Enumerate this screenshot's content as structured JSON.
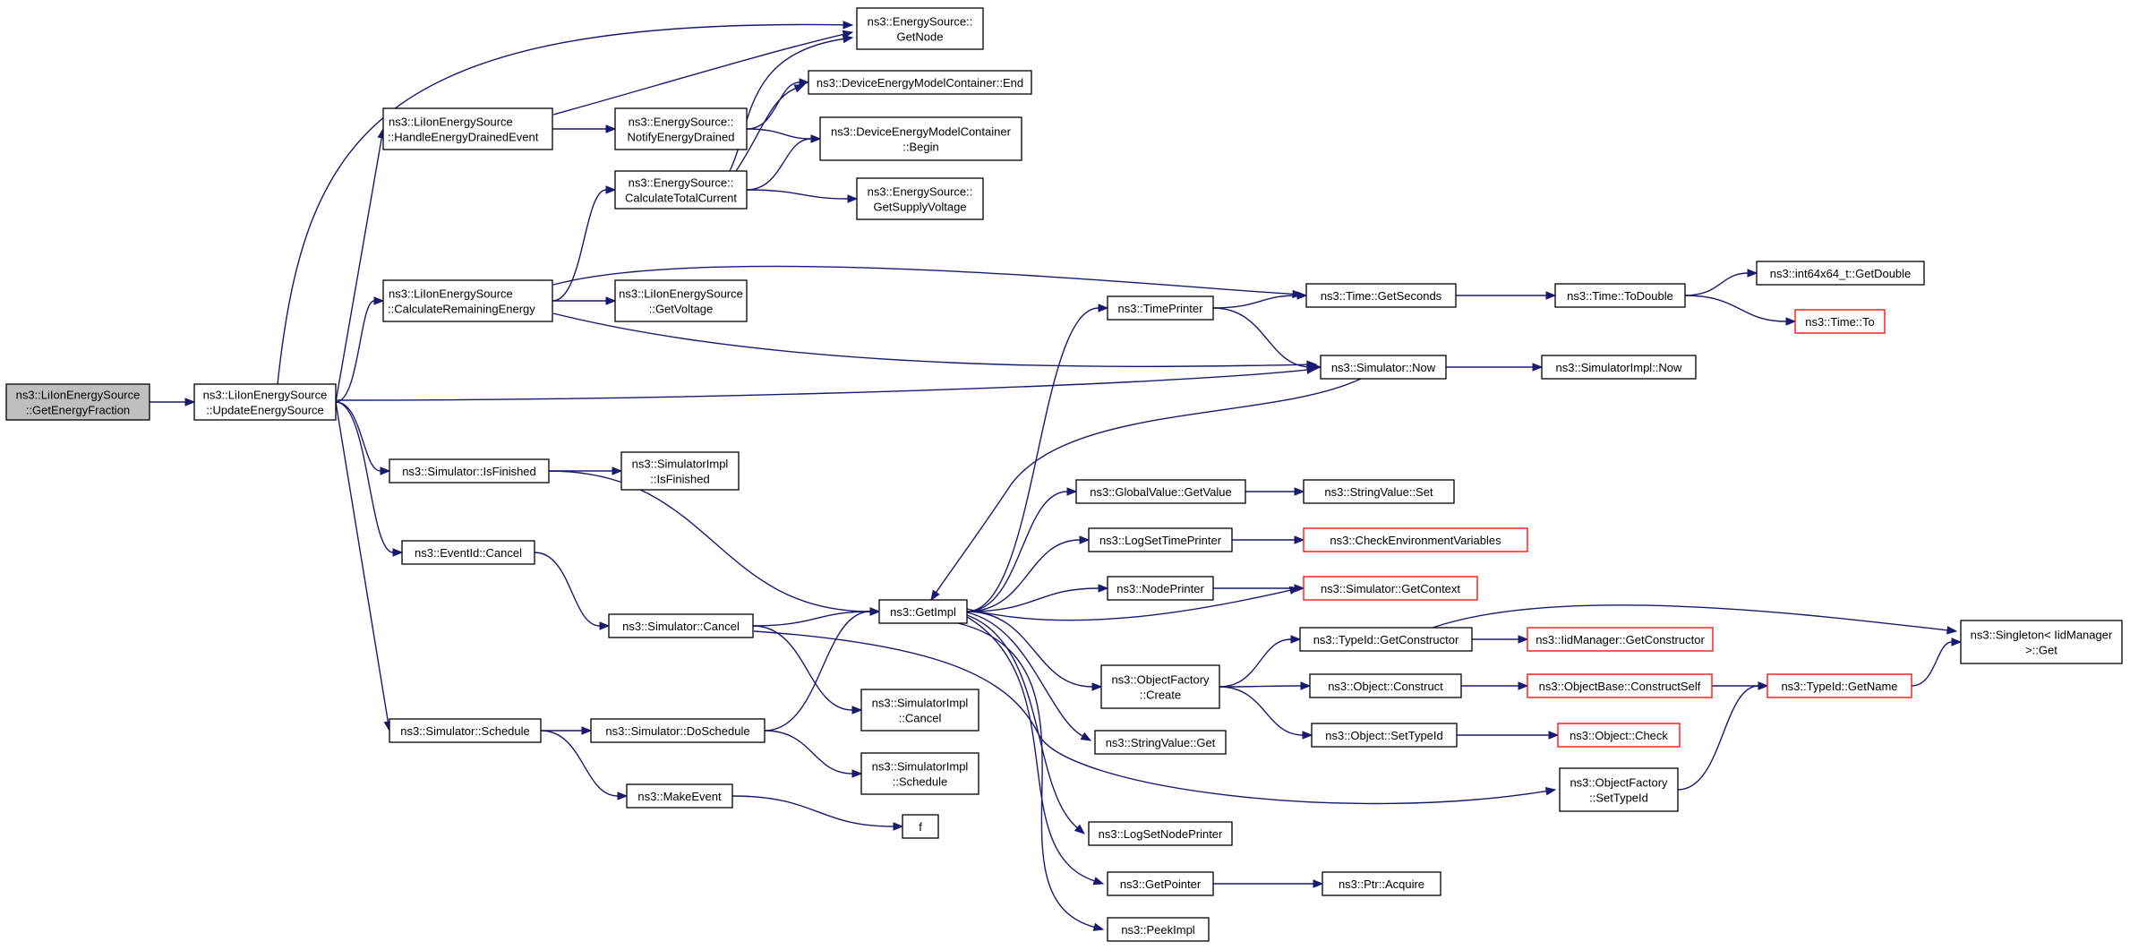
{
  "colors": {
    "edge": "#191970",
    "node_border": "#000000",
    "node_border_truncated": "#ff0000",
    "root_fill": "#bfbfbf",
    "node_fill": "#ffffff",
    "text": "#000000"
  },
  "nodes": {
    "n_root": [
      "ns3::LiIonEnergySource",
      "::GetEnergyFraction"
    ],
    "n_update": [
      "ns3::LiIonEnergySource",
      "::UpdateEnergySource"
    ],
    "n_handle": [
      "ns3::LiIonEnergySource",
      "::HandleEnergyDrainedEvent"
    ],
    "n_calcrem": [
      "ns3::LiIonEnergySource",
      "::CalculateRemainingEnergy"
    ],
    "n_isfin": [
      "ns3::Simulator::IsFinished"
    ],
    "n_evcancel": [
      "ns3::EventId::Cancel"
    ],
    "n_schedule": [
      "ns3::Simulator::Schedule"
    ],
    "n_notify": [
      "ns3::EnergySource::",
      "NotifyEnergyDrained"
    ],
    "n_calctot": [
      "ns3::EnergySource::",
      "CalculateTotalCurrent"
    ],
    "n_getvolt": [
      "ns3::LiIonEnergySource",
      "::GetVoltage"
    ],
    "n_implisfin": [
      "ns3::SimulatorImpl",
      "::IsFinished"
    ],
    "n_simcancel": [
      "ns3::Simulator::Cancel"
    ],
    "n_dosched": [
      "ns3::Simulator::DoSchedule"
    ],
    "n_makeev": [
      "ns3::MakeEvent"
    ],
    "n_getnode": [
      "ns3::EnergySource::",
      "GetNode"
    ],
    "n_dmcend": [
      "ns3::DeviceEnergyModelContainer::End"
    ],
    "n_dmcbegin": [
      "ns3::DeviceEnergyModelContainer",
      "::Begin"
    ],
    "n_supply": [
      "ns3::EnergySource::",
      "GetSupplyVoltage"
    ],
    "n_getimpl": [
      "ns3::GetImpl"
    ],
    "n_implcancel": [
      "ns3::SimulatorImpl",
      "::Cancel"
    ],
    "n_implsched": [
      "ns3::SimulatorImpl",
      "::Schedule"
    ],
    "n_f": [
      "f"
    ],
    "n_timeprinter": [
      "ns3::TimePrinter"
    ],
    "n_gvget": [
      "ns3::GlobalValue::GetValue"
    ],
    "n_logtime": [
      "ns3::LogSetTimePrinter"
    ],
    "n_nodeprinter": [
      "ns3::NodePrinter"
    ],
    "n_ofcreate": [
      "ns3::ObjectFactory",
      "::Create"
    ],
    "n_svget": [
      "ns3::StringValue::Get"
    ],
    "n_lognode": [
      "ns3::LogSetNodePrinter"
    ],
    "n_getptr": [
      "ns3::GetPointer"
    ],
    "n_peek": [
      "ns3::PeekImpl"
    ],
    "n_getsec": [
      "ns3::Time::GetSeconds"
    ],
    "n_simnow": [
      "ns3::Simulator::Now"
    ],
    "n_svset": [
      "ns3::StringValue::Set"
    ],
    "n_checkenv": [
      "ns3::CheckEnvironmentVariables"
    ],
    "n_getctx": [
      "ns3::Simulator::GetContext"
    ],
    "n_tidctor": [
      "ns3::TypeId::GetConstructor"
    ],
    "n_objconstruct": [
      "ns3::Object::Construct"
    ],
    "n_objsettid": [
      "ns3::Object::SetTypeId"
    ],
    "n_ofsettid": [
      "ns3::ObjectFactory",
      "::SetTypeId"
    ],
    "n_ptracq": [
      "ns3::Ptr::Acquire"
    ],
    "n_todouble": [
      "ns3::Time::ToDouble"
    ],
    "n_implnow": [
      "ns3::SimulatorImpl::Now"
    ],
    "n_iidctor": [
      "ns3::IidManager::GetConstructor"
    ],
    "n_objbase": [
      "ns3::ObjectBase::ConstructSelf"
    ],
    "n_objcheck": [
      "ns3::Object::Check"
    ],
    "n_getdouble": [
      "ns3::int64x64_t::GetDouble"
    ],
    "n_timeto": [
      "ns3::Time::To"
    ],
    "n_tidname": [
      "ns3::TypeId::GetName"
    ],
    "n_singleton": [
      "ns3::Singleton< IidManager",
      " >::Get"
    ]
  },
  "edges": [
    [
      "n_root",
      "n_update"
    ],
    [
      "n_update",
      "n_getnode"
    ],
    [
      "n_update",
      "n_handle"
    ],
    [
      "n_update",
      "n_calcrem"
    ],
    [
      "n_update",
      "n_simnow"
    ],
    [
      "n_update",
      "n_isfin"
    ],
    [
      "n_update",
      "n_evcancel"
    ],
    [
      "n_update",
      "n_schedule"
    ],
    [
      "n_handle",
      "n_getnode"
    ],
    [
      "n_handle",
      "n_notify"
    ],
    [
      "n_notify",
      "n_dmcend"
    ],
    [
      "n_notify",
      "n_dmcbegin"
    ],
    [
      "n_calcrem",
      "n_calctot"
    ],
    [
      "n_calcrem",
      "n_getvolt"
    ],
    [
      "n_calcrem",
      "n_getsec"
    ],
    [
      "n_calcrem",
      "n_simnow"
    ],
    [
      "n_calctot",
      "n_getnode"
    ],
    [
      "n_calctot",
      "n_dmcend"
    ],
    [
      "n_calctot",
      "n_dmcbegin"
    ],
    [
      "n_calctot",
      "n_supply"
    ],
    [
      "n_isfin",
      "n_implisfin"
    ],
    [
      "n_isfin",
      "n_getimpl"
    ],
    [
      "n_evcancel",
      "n_simcancel"
    ],
    [
      "n_simcancel",
      "n_getimpl"
    ],
    [
      "n_simcancel",
      "n_implcancel"
    ],
    [
      "n_simcancel",
      "n_ofsettid"
    ],
    [
      "n_schedule",
      "n_dosched"
    ],
    [
      "n_schedule",
      "n_makeev"
    ],
    [
      "n_dosched",
      "n_getimpl"
    ],
    [
      "n_dosched",
      "n_implsched"
    ],
    [
      "n_makeev",
      "n_f"
    ],
    [
      "n_getimpl",
      "n_timeprinter"
    ],
    [
      "n_getimpl",
      "n_gvget"
    ],
    [
      "n_getimpl",
      "n_logtime"
    ],
    [
      "n_getimpl",
      "n_nodeprinter"
    ],
    [
      "n_getimpl",
      "n_ofcreate"
    ],
    [
      "n_getimpl",
      "n_svget"
    ],
    [
      "n_getimpl",
      "n_lognode"
    ],
    [
      "n_getimpl",
      "n_getptr"
    ],
    [
      "n_getimpl",
      "n_peek"
    ],
    [
      "n_getimpl",
      "n_getctx"
    ],
    [
      "n_timeprinter",
      "n_getsec"
    ],
    [
      "n_timeprinter",
      "n_simnow"
    ],
    [
      "n_simnow",
      "n_getimpl"
    ],
    [
      "n_simnow",
      "n_implnow"
    ],
    [
      "n_getsec",
      "n_todouble"
    ],
    [
      "n_todouble",
      "n_getdouble"
    ],
    [
      "n_todouble",
      "n_timeto"
    ],
    [
      "n_gvget",
      "n_svset"
    ],
    [
      "n_logtime",
      "n_checkenv"
    ],
    [
      "n_nodeprinter",
      "n_getctx"
    ],
    [
      "n_ofcreate",
      "n_tidctor"
    ],
    [
      "n_ofcreate",
      "n_objconstruct"
    ],
    [
      "n_ofcreate",
      "n_objsettid"
    ],
    [
      "n_tidctor",
      "n_iidctor"
    ],
    [
      "n_tidctor",
      "n_singleton"
    ],
    [
      "n_objconstruct",
      "n_objbase"
    ],
    [
      "n_objsettid",
      "n_objcheck"
    ],
    [
      "n_objbase",
      "n_tidname"
    ],
    [
      "n_tidname",
      "n_singleton"
    ],
    [
      "n_ofsettid",
      "n_tidname"
    ],
    [
      "n_getptr",
      "n_ptracq"
    ]
  ]
}
